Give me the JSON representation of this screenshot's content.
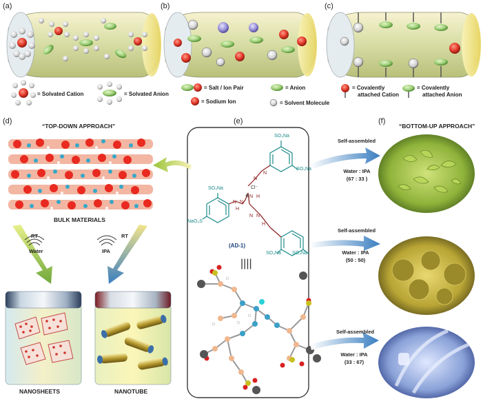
{
  "panels": {
    "a": "(a)",
    "b": "(b)",
    "c": "(c)",
    "d": "(d)",
    "e": "(e)",
    "f": "(f)"
  },
  "legend": {
    "solvated_cation": "= Solvated Cation",
    "solvated_anion": "= Solvated Anion",
    "salt_ion_pair": "= Salt / Ion Pair",
    "anion": "= Anion",
    "sodium_ion": "= Sodium Ion",
    "solvent_molecule": "= Solvent Molecule",
    "cov_cation_1": "= Covalently",
    "cov_cation_2": "attached Cation",
    "cov_anion_1": "= Covalently",
    "cov_anion_2": "attached Anion"
  },
  "top_down": {
    "title": "“TOP-DOWN APPROACH”",
    "bulk": "BULK MATERIALS",
    "rt_left": "RT",
    "water": "Water",
    "rt_right": "RT",
    "ipa": "IPA",
    "nanosheets": "NANOSHEETS",
    "nanotube": "NANOTUBE"
  },
  "molecule": {
    "so3na_top": "SO₃Na",
    "so3na_top2": "SO₃Na",
    "so3na_left": "SO₃Na",
    "naso3_left": "NaO₃S",
    "so3na_bottom_left": "SO₃Na",
    "so3na_bottom_right": "SO₃Na",
    "cl": "Cl⁻",
    "plus": "⊕",
    "n_labels": [
      "N",
      "N",
      "N",
      "H",
      "N",
      "N",
      "H",
      "N",
      "N",
      "H"
    ],
    "name": "(AD-1)",
    "equiv": "||||"
  },
  "bottom_up": {
    "title": "“BOTTOM-UP APPROACH”",
    "items": [
      {
        "label": "Self-assembled",
        "solvent": "Water : IPA",
        "ratio": "(67 : 33 )"
      },
      {
        "label": "Self-assembled",
        "solvent": "Water : IPA",
        "ratio": "(50 : 50)"
      },
      {
        "label": "Self-assembled",
        "solvent": "Water : IPA",
        "ratio": "(33 : 67)"
      }
    ]
  },
  "colors": {
    "cation_red": "#e23a2a",
    "anion_green": "#9fd07a",
    "tube_yellow": "#f2e7a0",
    "teal": "#1b8a8a",
    "blue_arrow": "#3a7ec0",
    "sem_green": "#8fb33a",
    "sem_yellow": "#b8a535",
    "sem_blue": "#8aa2d8"
  }
}
